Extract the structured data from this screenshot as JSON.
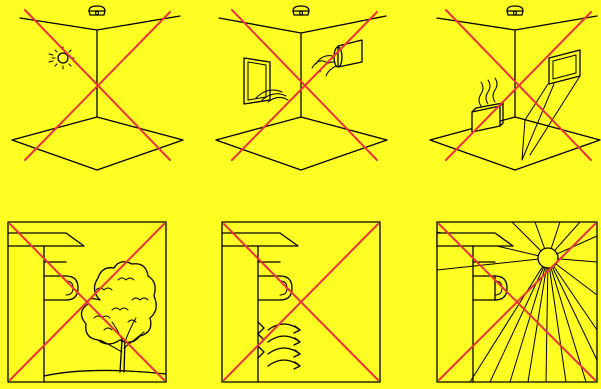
{
  "colors": {
    "background": "#ffff24",
    "line": "#000000",
    "cross_mark": "#e8343a"
  },
  "panels": [
    {
      "id": "ceiling-spotlight",
      "icons": [
        "smoke-detector-icon",
        "spotlight-icon",
        "cross-mark-icon"
      ]
    },
    {
      "id": "air-vent-window",
      "icons": [
        "smoke-detector-icon",
        "air-vent-icon",
        "window-icon",
        "cross-mark-icon"
      ]
    },
    {
      "id": "heater-window",
      "icons": [
        "smoke-detector-icon",
        "heater-icon",
        "window-icon",
        "cross-mark-icon"
      ]
    },
    {
      "id": "outdoor-tree",
      "icons": [
        "detector-icon",
        "tree-icon",
        "cross-mark-icon"
      ]
    },
    {
      "id": "outdoor-wind",
      "icons": [
        "detector-icon",
        "wind-icon",
        "cross-mark-icon"
      ]
    },
    {
      "id": "outdoor-sun",
      "icons": [
        "detector-icon",
        "sun-icon",
        "cross-mark-icon"
      ]
    }
  ]
}
